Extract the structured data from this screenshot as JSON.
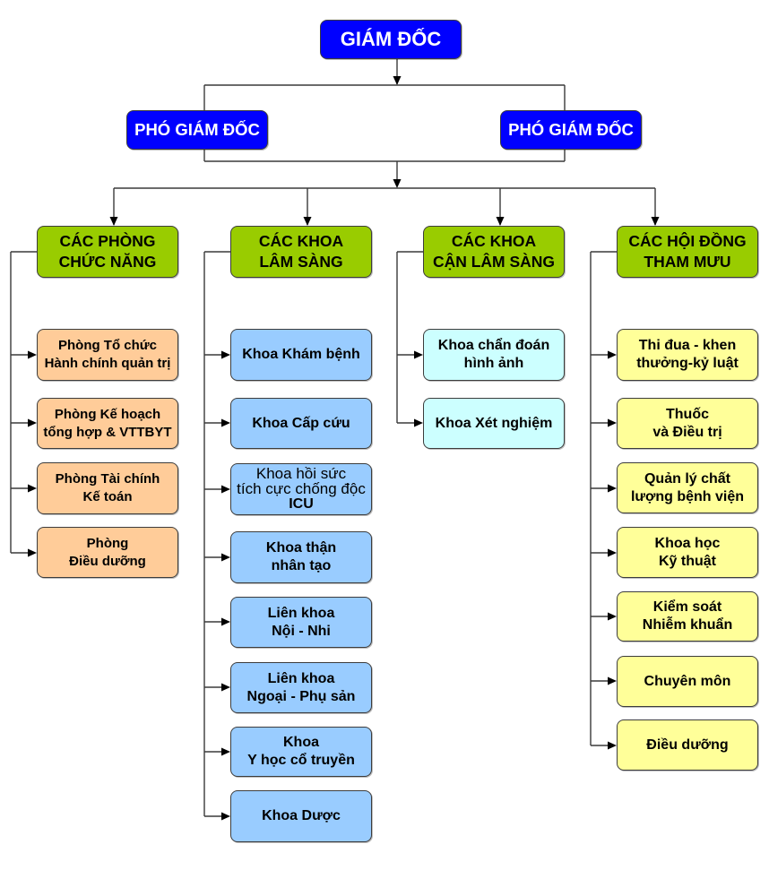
{
  "colors": {
    "executive": "#0000FF",
    "group_header": "#99CC00",
    "functional_offices": "#FFCC99",
    "clinical_departments": "#99CCFF",
    "paraclinical_departments": "#CCFFFF",
    "advisory_councils": "#FFFF99"
  },
  "director": {
    "label": "GIÁM ĐỐC"
  },
  "deputies": [
    {
      "label": "PHÓ GIÁM ĐỐC"
    },
    {
      "label": "PHÓ GIÁM ĐỐC"
    }
  ],
  "columns": [
    {
      "title_lines": [
        "CÁC PHÒNG",
        "CHỨC NĂNG"
      ],
      "items": [
        {
          "lines": [
            "Phòng Tổ chức",
            "Hành chính quản trị"
          ]
        },
        {
          "lines": [
            "Phòng Kế hoạch",
            "tổng hợp & VTTBYT"
          ]
        },
        {
          "lines": [
            "Phòng Tài chính",
            "Kế toán"
          ]
        },
        {
          "lines": [
            "Phòng",
            "Điều dưỡng"
          ]
        }
      ]
    },
    {
      "title_lines": [
        "CÁC KHOA",
        "LÂM SÀNG"
      ],
      "items": [
        {
          "lines": [
            "Khoa Khám bệnh"
          ]
        },
        {
          "lines": [
            "Khoa Cấp cứu"
          ]
        },
        {
          "lines": [
            "Khoa hồi sức",
            "tích cực chống độc"
          ],
          "emphasis": "ICU"
        },
        {
          "lines": [
            "Khoa thận",
            "nhân tạo"
          ]
        },
        {
          "lines": [
            "Liên khoa",
            "Nội - Nhi"
          ]
        },
        {
          "lines": [
            "Liên khoa",
            "Ngoại - Phụ sản"
          ]
        },
        {
          "lines": [
            "Khoa",
            "Y học cổ truyền"
          ]
        },
        {
          "lines": [
            "Khoa Dược"
          ]
        }
      ]
    },
    {
      "title_lines": [
        "CÁC KHOA",
        "CẬN LÂM SÀNG"
      ],
      "items": [
        {
          "lines": [
            "Khoa chẩn đoán",
            "hình ảnh"
          ]
        },
        {
          "lines": [
            "Khoa Xét nghiệm"
          ]
        }
      ]
    },
    {
      "title_lines": [
        "CÁC HỘI ĐỒNG",
        "THAM MƯU"
      ],
      "items": [
        {
          "lines": [
            "Thi đua - khen",
            "thưởng-kỷ luật"
          ]
        },
        {
          "lines": [
            "Thuốc",
            "và Điều trị"
          ]
        },
        {
          "lines": [
            "Quản lý chất",
            "lượng bệnh viện"
          ]
        },
        {
          "lines": [
            "Khoa học",
            "Kỹ thuật"
          ]
        },
        {
          "lines": [
            "Kiểm soát",
            "Nhiễm khuẩn"
          ]
        },
        {
          "lines": [
            "Chuyên môn"
          ]
        },
        {
          "lines": [
            "Điều dưỡng"
          ]
        }
      ]
    }
  ]
}
